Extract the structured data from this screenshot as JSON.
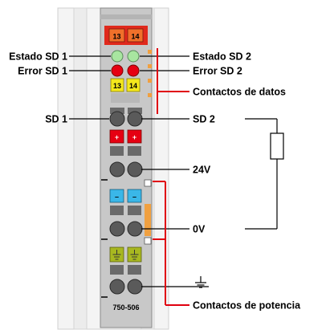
{
  "labels": {
    "status_sd1": "Estado SD 1",
    "error_sd1": "Error SD 1",
    "sd1": "SD 1",
    "status_sd2": "Estado SD 2",
    "error_sd2": "Error SD 2",
    "data_contacts": "Contactos de datos",
    "sd2": "SD 2",
    "v24": "24V",
    "v0": "0V",
    "power_contacts": "Contactos de potencia"
  },
  "module": {
    "model": "750-506",
    "top_channels": [
      "13",
      "14"
    ],
    "io_channels": [
      "13",
      "14"
    ],
    "plus_sign": "+",
    "minus_sign": "–"
  },
  "colors": {
    "housing": "#c8c8c8",
    "top_block": "#e0291c",
    "led_green": "#a8e6a0",
    "led_red": "#e60012",
    "channel_yellow": "#f4e81c",
    "plus_red": "#e60012",
    "minus_blue": "#3ab7e8",
    "ground_green": "#a8b820",
    "callout_red": "#e0000f",
    "orange_tab": "#f0a040"
  },
  "icons": [
    "ground-symbol-icon",
    "resistor-load-icon"
  ]
}
